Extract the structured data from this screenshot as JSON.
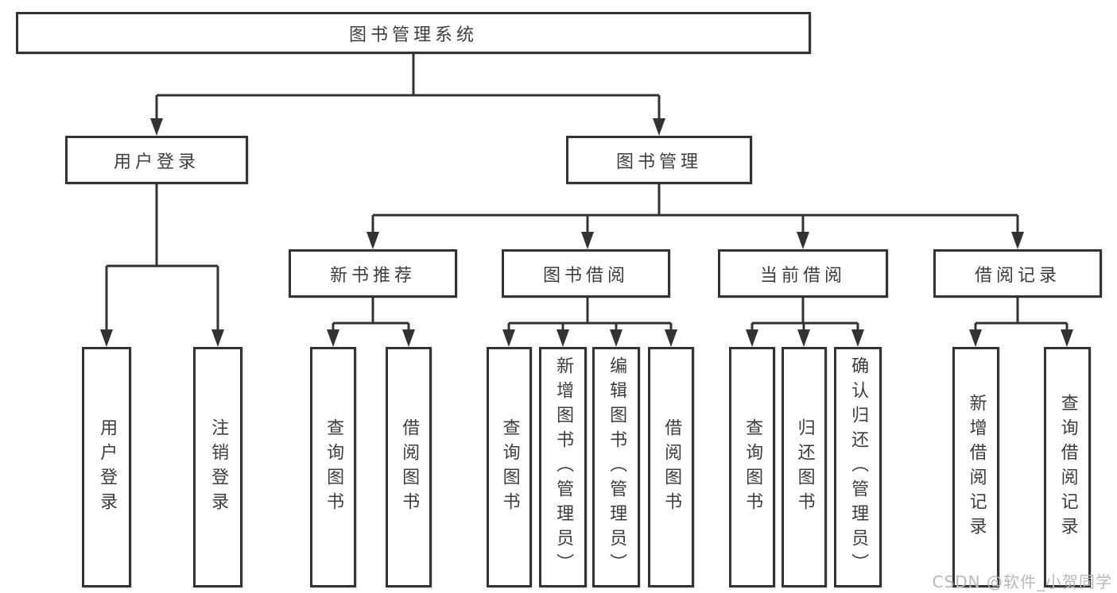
{
  "diagram": {
    "type": "tree",
    "title": "图书管理系统",
    "nodes": {
      "root": "图书管理系统",
      "user_login": "用户登录",
      "book_management": "图书管理",
      "new_book_recommend": "新书推荐",
      "book_borrowing": "图书借阅",
      "current_borrowing": "当前借阅",
      "borrowing_records": "借阅记录",
      "leaf_user_login": "用户登录",
      "leaf_logout": "注销登录",
      "leaf_recommend_query": "查询图书",
      "leaf_recommend_borrow": "借阅图书",
      "leaf_borrowing_query": "查询图书",
      "leaf_add_books_admin": "新增图书（管理员）",
      "leaf_edit_books_admin": "编辑图书（管理员）",
      "leaf_borrowing_borrow": "借阅图书",
      "leaf_current_query": "查询图书",
      "leaf_return_books": "归还图书",
      "leaf_confirm_return_admin": "确认归还（管理员）",
      "leaf_records_add": "新增借阅记录",
      "leaf_records_query": "查询借阅记录"
    },
    "hierarchy": [
      {
        "parent": "图书管理系统",
        "children": [
          "用户登录",
          "图书管理"
        ]
      },
      {
        "parent": "用户登录",
        "children": [
          "用户登录",
          "注销登录"
        ]
      },
      {
        "parent": "图书管理",
        "children": [
          "新书推荐",
          "图书借阅",
          "当前借阅",
          "借阅记录"
        ]
      },
      {
        "parent": "新书推荐",
        "children": [
          "查询图书",
          "借阅图书"
        ]
      },
      {
        "parent": "图书借阅",
        "children": [
          "查询图书",
          "新增图书（管理员）",
          "编辑图书（管理员）",
          "借阅图书"
        ]
      },
      {
        "parent": "当前借阅",
        "children": [
          "查询图书",
          "归还图书",
          "确认归还（管理员）"
        ]
      },
      {
        "parent": "借阅记录",
        "children": [
          "新增借阅记录",
          "查询借阅记录"
        ]
      }
    ]
  },
  "watermark": {
    "text": "CSDN @软件_小贺同学"
  },
  "colors": {
    "line": "#333333",
    "box_border": "#333333",
    "text": "#3d3d3d",
    "background": "#ffffff",
    "watermark": "#b8b8b8"
  }
}
